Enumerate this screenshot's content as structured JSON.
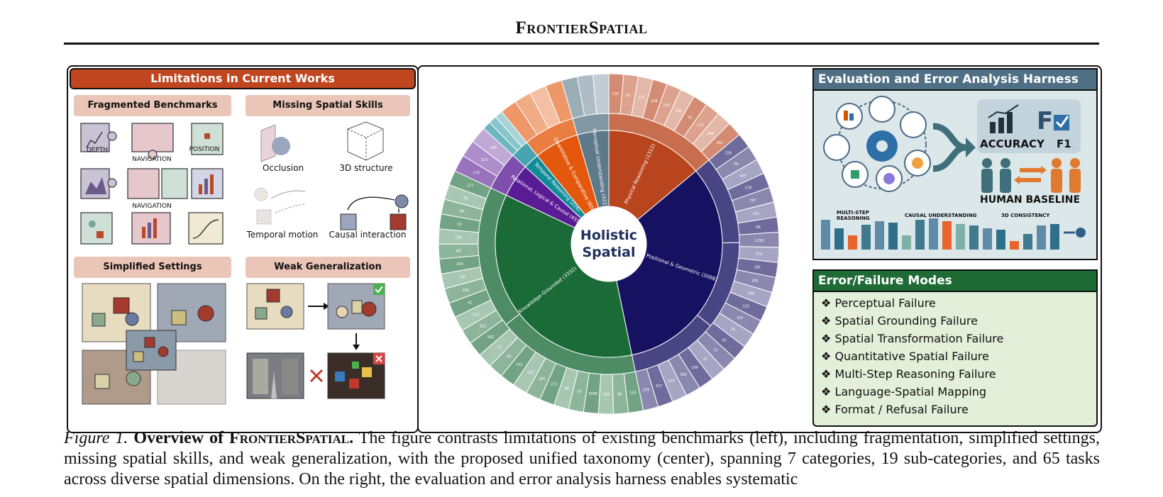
{
  "header": {
    "running_title": "FrontierSpatial"
  },
  "left_panel": {
    "title": "Limitations in Current Works",
    "sections": {
      "fragmented": "Fragmented Benchmarks",
      "missing": "Missing Spatial Skills",
      "simplified": "Simplified Settings",
      "weak": "Weak Generalization"
    },
    "puzzle_labels": {
      "depth": "DEPTH",
      "navigation_1": "NAVIGATION",
      "position": "POSITION",
      "navigation_2": "NAVIGATION"
    },
    "skills": {
      "occlusion": "Occlusion",
      "structure": "3D structure",
      "temporal": "Temporal motion",
      "causal": "Causal interaction"
    }
  },
  "center_panel": {
    "hub_line1": "Holistic",
    "hub_line2": "Spatial",
    "categories": [
      {
        "label": "Physical Reasoning",
        "count": "1312",
        "value": 1312,
        "color": "#b8451d"
      },
      {
        "label": "Positional & Geometric",
        "count": "3098",
        "value": 3098,
        "color": "#161161"
      },
      {
        "label": "Knowledge-Grounded",
        "count": "3332",
        "value": 3332,
        "color": "#1b6b38"
      },
      {
        "label": "Relational, Logical & Causal",
        "count": "455",
        "value": 455,
        "color": "#5a1c94"
      },
      {
        "label": "Temporal Reasoning",
        "count": "216",
        "value": 216,
        "color": "#128b99"
      },
      {
        "label": "Quantitative & Comparative",
        "count": "600",
        "value": 600,
        "color": "#e3580d"
      },
      {
        "label": "Perceptual Understanding",
        "count": "422",
        "value": 422,
        "color": "#5d7a8a"
      }
    ],
    "outer_labels": [
      "135",
      "62",
      "177",
      "228",
      "214",
      "180",
      "76",
      "172",
      "246",
      "561",
      "226",
      "56",
      "349",
      "176",
      "197",
      "151",
      "68",
      "1216",
      "374",
      "181",
      "145",
      "788",
      "123",
      "102",
      "79",
      "61",
      "73",
      "67",
      "100",
      "300",
      "107",
      "157",
      "209",
      "143",
      "98",
      "234",
      "2088",
      "87",
      "98",
      "272",
      "205",
      "132",
      "143",
      "59",
      "73",
      "182",
      "101",
      "113",
      "62",
      "285",
      "176",
      "200",
      "68",
      "234",
      "61",
      "80",
      "76",
      "277",
      "170",
      "323",
      "166"
    ]
  },
  "eval_panel": {
    "title": "Evaluation and Error Analysis Harness",
    "accuracy": "ACCURACY",
    "f1": "F1",
    "human_baseline": "HUMAN BASELINE",
    "multi_step": "MULTI-STEP REASONING",
    "causal_understanding": "CAUSAL UNDERSTANDING",
    "consistency_3d": "3D CONSISTENCY",
    "bar_values": [
      0.42,
      0.3,
      0.2,
      0.35,
      0.4,
      0.38,
      0.2,
      0.42,
      0.44,
      0.4,
      0.36,
      0.34,
      0.3,
      0.28,
      0.12,
      0.22,
      0.34,
      0.36
    ],
    "highlighted_bars": [
      2,
      9,
      14
    ]
  },
  "error_panel": {
    "title": "Error/Failure Modes",
    "bullet": "❖",
    "items": [
      "Perceptual Failure",
      "Spatial Grounding Failure",
      "Spatial Transformation Failure",
      "Quantitative Spatial Failure",
      "Multi-Step Reasoning Failure",
      "Language-Spatial Mapping",
      "Format / Refusal Failure"
    ]
  },
  "caption": {
    "figure_label": "Figure 1.",
    "bold_lead": "Overview of ",
    "bold_name": "FrontierSpatial",
    "bold_end": ".",
    "text": " The figure contrasts limitations of existing benchmarks (left), including fragmentation, simplified settings, missing spatial skills, and weak generalization, with the proposed unified taxonomy (center), spanning 7 categories, 19 sub-categories, and 65 tasks across diverse spatial dimensions. On the right, the evaluation and error analysis harness enables systematic"
  }
}
